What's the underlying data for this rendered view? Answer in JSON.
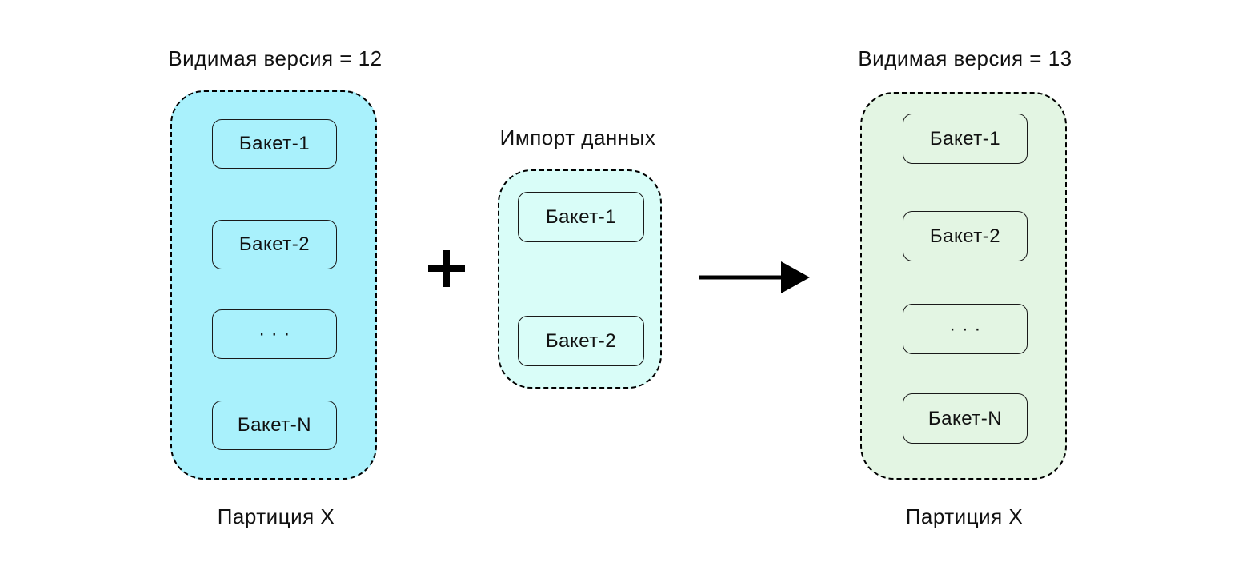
{
  "page": {
    "background": "#ffffff",
    "text_color": "#111111",
    "outline_color": "#000000"
  },
  "left_partition": {
    "title": "Видимая версия = 12",
    "buckets": [
      "Бакет-1",
      "Бакет-2",
      "· · ·",
      "Бакет-N"
    ],
    "label": "Партиция X",
    "fill": "#a9f1fc"
  },
  "import_box": {
    "title": "Импорт данных",
    "buckets": [
      "Бакет-1",
      "Бакет-2"
    ],
    "fill": "#d9fdf8"
  },
  "right_partition": {
    "title": "Видимая версия = 13",
    "buckets": [
      "Бакет-1",
      "Бакет-2",
      "· · ·",
      "Бакет-N"
    ],
    "label": "Партиция X",
    "fill": "#e3f5e3"
  },
  "operators": {
    "plus_color": "#000000",
    "arrow_color": "#000000"
  }
}
